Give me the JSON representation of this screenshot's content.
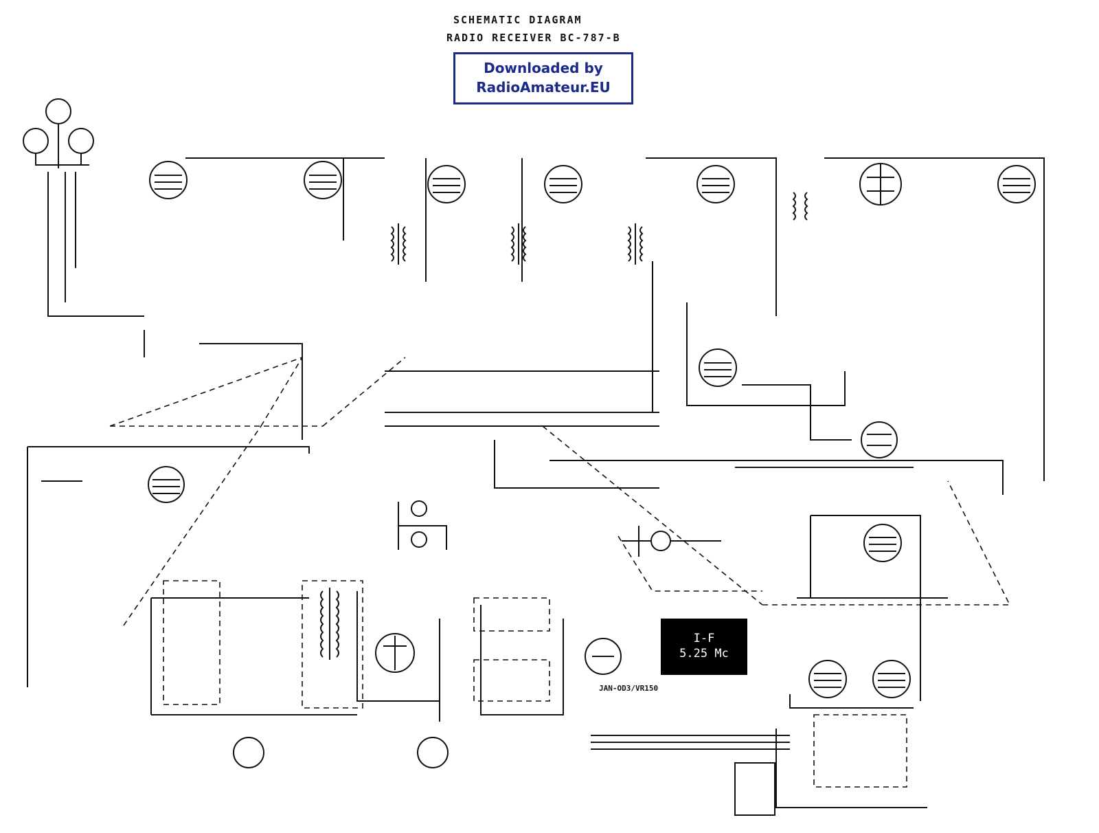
{
  "title": {
    "line1": "SCHEMATIC DIAGRAM",
    "line2": "RADIO RECEIVER BC-787-B"
  },
  "watermark": {
    "line1": "Downloaded by",
    "line2": "RadioAmateur.EU",
    "border_color": "#1a2a8a",
    "text_color": "#1a2a8a"
  },
  "if_label": {
    "line1": "I-F",
    "line2": "5.25 Mc"
  },
  "tube_label": "JAN-OD3/VR150",
  "colors": {
    "ink": "#111111",
    "paper": "#ffffff"
  }
}
